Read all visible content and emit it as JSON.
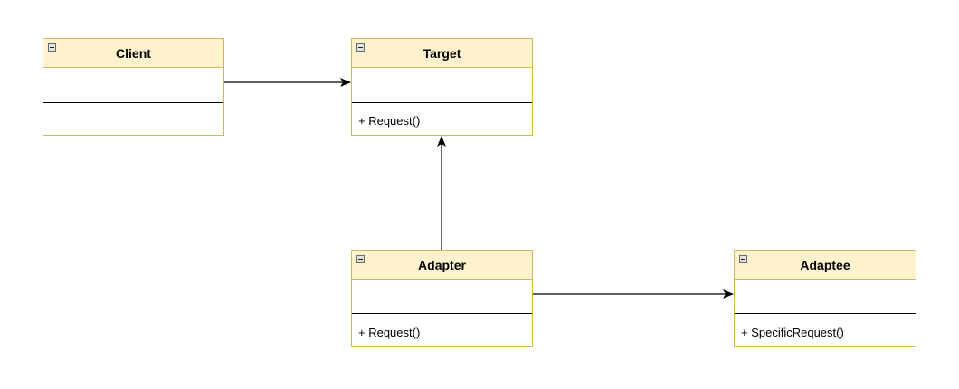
{
  "diagram": {
    "classes": {
      "client": {
        "name": "Client",
        "operations": ""
      },
      "target": {
        "name": "Target",
        "operations": "+ Request()"
      },
      "adapter": {
        "name": "Adapter",
        "operations": "+ Request()"
      },
      "adaptee": {
        "name": "Adaptee",
        "operations": "+ SpecificRequest()"
      }
    },
    "colors": {
      "header_fill": "#fff2cc",
      "border": "#d6b656",
      "arrow": "#000000"
    }
  }
}
